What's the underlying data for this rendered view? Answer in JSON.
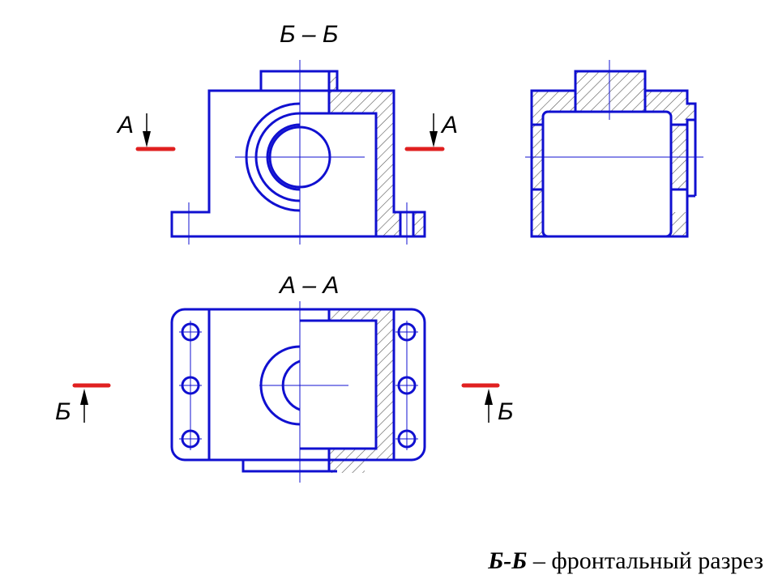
{
  "views": {
    "front_section_title": "Б – Б",
    "top_section_title": "А – А"
  },
  "markers": {
    "section_a_letter": "А",
    "section_b_letter": "Б"
  },
  "caption": {
    "section_name": "Б-Б",
    "dash": " – ",
    "description": "фронтальный разрез"
  },
  "colors": {
    "outline": "#1010d0",
    "cutting_plane": "#e02020",
    "hatch": "#555555"
  }
}
